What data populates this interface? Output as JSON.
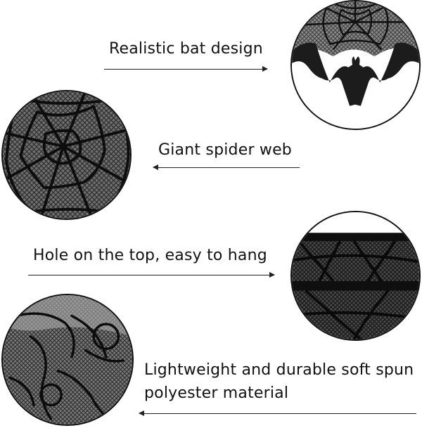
{
  "features": [
    {
      "caption": "Realistic bat design",
      "image": "bat-lace-closeup"
    },
    {
      "caption": "Giant spider web",
      "image": "spider-web-lace-closeup"
    },
    {
      "caption": "Hole on the top, easy to hang",
      "image": "hanging-hole-lace-closeup"
    },
    {
      "caption_line1": "Lightweight and durable soft spun",
      "caption_line2": "polyester material",
      "image": "polyester-lace-closeup"
    }
  ],
  "colors": {
    "lace": "#1a1a1a",
    "mesh": "#5a5a5a",
    "background": "#ffffff"
  }
}
